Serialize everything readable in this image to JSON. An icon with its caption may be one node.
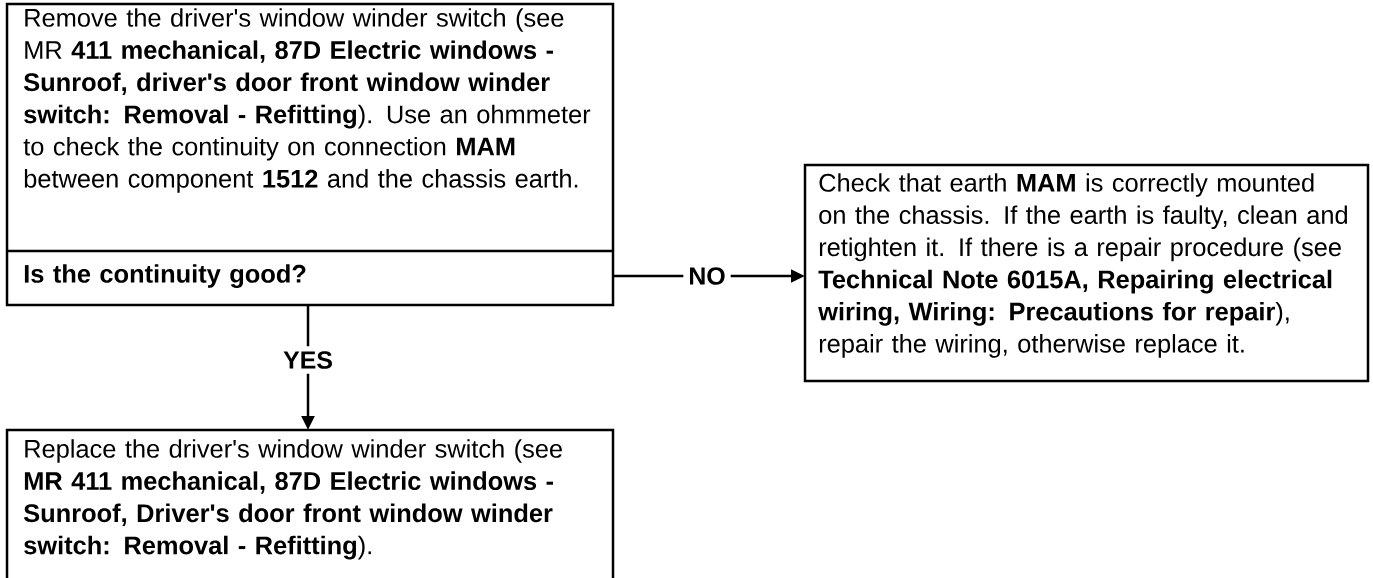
{
  "diagram": {
    "nodes": [
      {
        "text": [
          "Remove the driver's window winder switch (see MR **411 mechanical, 87D Electric windows - Sunroof, driver's door front window winder switch: Removal - Refitting**). Use an ohmmeter to check the continuity on connection **MAM** between component **1512** and the chassis earth.",
          "**Is the continuity good?**"
        ]
      },
      {
        "text": [
          "Replace the driver's window winder switch (see **MR 411 mechanical, 87D Electric windows - Sunroof, Driver's door front window winder switch: Removal - Refitting**)."
        ]
      },
      {
        "text": [
          "Check that earth **MAM** is correctly mounted on the chassis. If the earth is faulty, clean and retighten it. If there is a repair procedure (see **Technical Note 6015A, Repairing electrical wiring, Wiring: Precautions for repair**), repair the wiring, otherwise replace it."
        ]
      }
    ],
    "edges": [
      {
        "from": 0,
        "to": 2,
        "arrow": "to",
        "label": "NO"
      },
      {
        "from": 0,
        "to": 1,
        "arrow": "to",
        "label": "YES"
      }
    ]
  }
}
